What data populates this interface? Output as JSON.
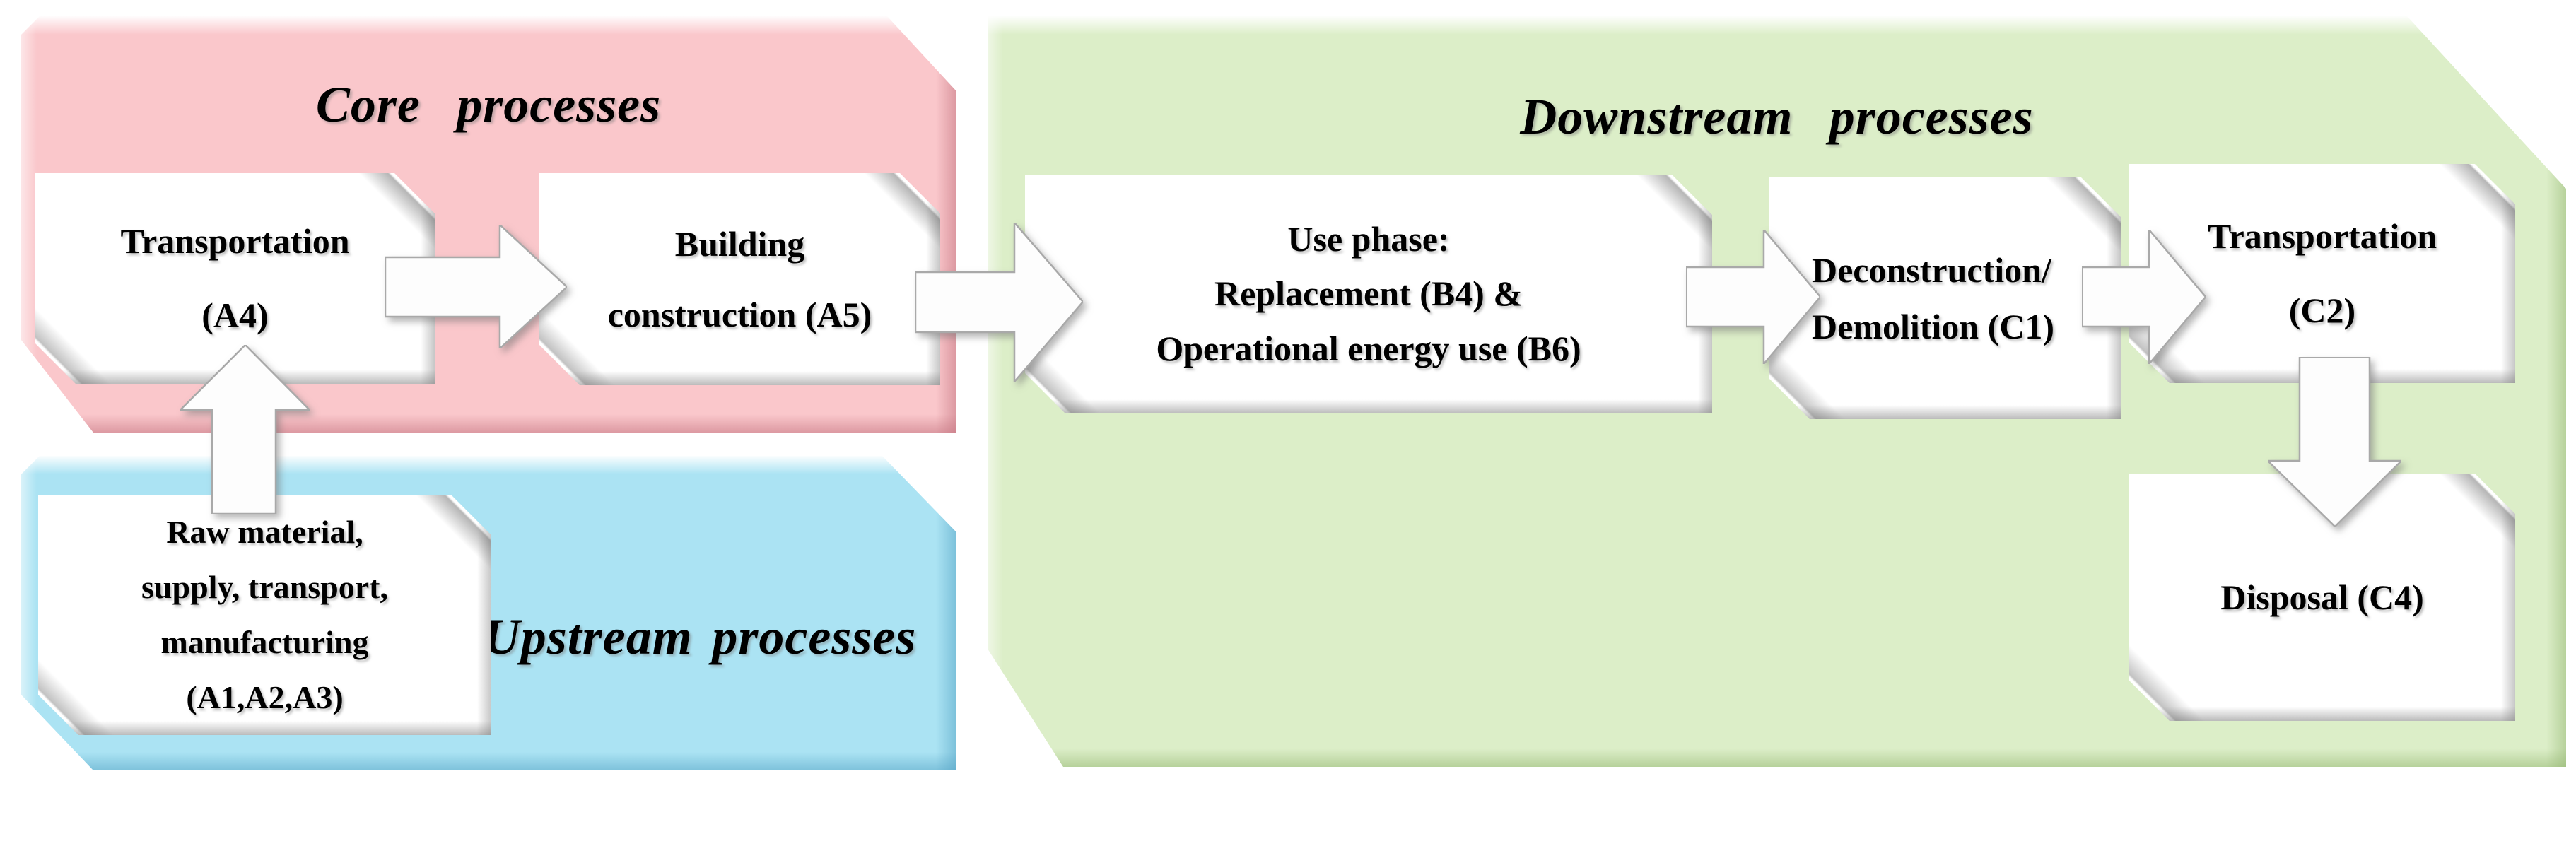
{
  "diagram": {
    "containers": {
      "core": {
        "title": "Core processes",
        "fill": "#FAC7CB"
      },
      "upstream": {
        "title": "Upstream processes",
        "fill": "#ABE3F3"
      },
      "downstream": {
        "title": "Downstream processes",
        "fill": "#DCEEC8"
      }
    },
    "boxes": {
      "transport_a4": {
        "lines": [
          "Transportation",
          "(A4)"
        ]
      },
      "building_a5": {
        "lines": [
          "Building",
          "construction (A5)"
        ]
      },
      "raw_material": {
        "lines": [
          "Raw material,",
          "supply, transport,",
          "manufacturing",
          "(A1,A2,A3)"
        ]
      },
      "use_phase": {
        "lines": [
          "Use phase:",
          "Replacement (B4) &",
          "Operational energy use (B6)"
        ]
      },
      "deconstruction_c1": {
        "lines": [
          "Deconstruction/",
          "Demolition (C1)"
        ]
      },
      "transport_c2": {
        "lines": [
          "Transportation",
          "(C2)"
        ]
      },
      "disposal_c4": {
        "lines": [
          "Disposal (C4)"
        ]
      }
    },
    "arrows": {
      "raw_material_to_a4": {
        "direction": "up"
      },
      "a4_to_a5": {
        "direction": "right"
      },
      "a5_to_use_phase": {
        "direction": "right"
      },
      "use_phase_to_c1": {
        "direction": "right"
      },
      "c1_to_c2": {
        "direction": "right"
      },
      "c2_to_disposal": {
        "direction": "down"
      },
      "fill": "#FFFFFF"
    }
  }
}
